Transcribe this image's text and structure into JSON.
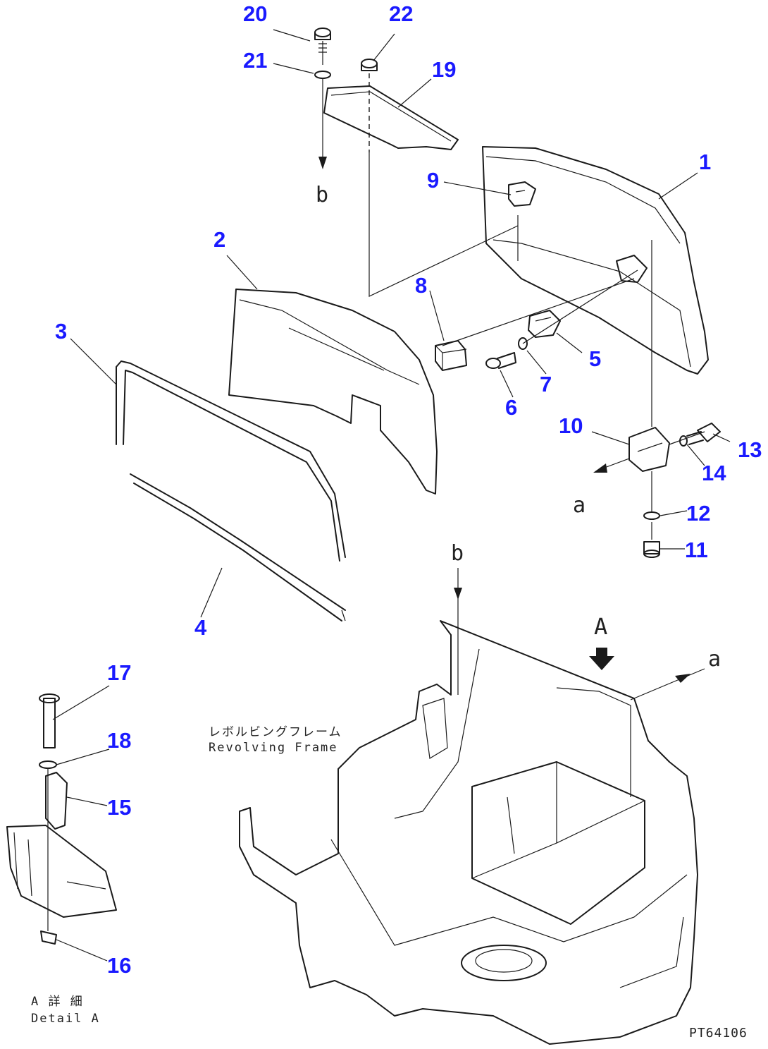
{
  "callouts": {
    "c1": "1",
    "c2": "2",
    "c3": "3",
    "c4": "4",
    "c5": "5",
    "c6": "6",
    "c7": "7",
    "c8": "8",
    "c9": "9",
    "c10": "10",
    "c11": "11",
    "c12": "12",
    "c13": "13",
    "c14": "14",
    "c15": "15",
    "c16": "16",
    "c17": "17",
    "c18": "18",
    "c19": "19",
    "c20": "20",
    "c21": "21",
    "c22": "22"
  },
  "references": {
    "b_top": "b",
    "b_frame": "b",
    "a_left": "a",
    "a_right": "a",
    "view_a": "A"
  },
  "labels": {
    "frame_jp": "レボルビングフレーム",
    "frame_en": "Revolving Frame",
    "detail_jp": "A 詳 細",
    "detail_en": "Detail A",
    "drawing_code": "PT64106"
  },
  "colors": {
    "callout": "#1a1aff",
    "line": "#1a1a1a"
  }
}
